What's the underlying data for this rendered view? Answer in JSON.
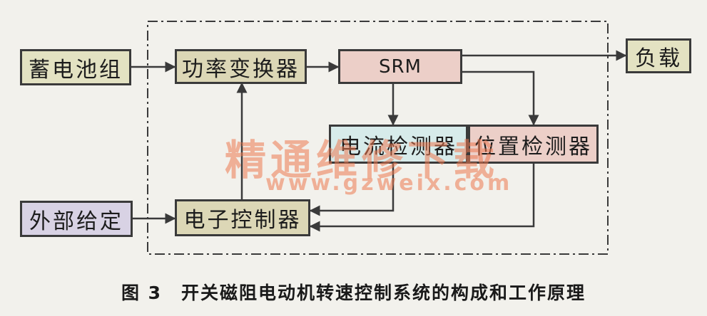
{
  "diagram": {
    "blocks": {
      "battery": "蓄电池组",
      "power_converter": "功率变换器",
      "srm": "SRM",
      "load": "负载",
      "current_detector": "电流检测器",
      "position_detector": "位置检测器",
      "external_setpoint": "外部给定",
      "electronic_controller": "电子控制器"
    },
    "caption": "图 3　开关磁阻电动机转速控制系统的构成和工作原理"
  },
  "watermark": {
    "text": "精通维修下载",
    "url": "www.gzweix.com"
  },
  "colors": {
    "beige": "#e3e2c2",
    "tan": "#dcd7b6",
    "pink": "#eccfc8",
    "cyan": "#d7ebea",
    "lavender": "#d8d2e4",
    "line": "#3a3a3a",
    "watermark": "#ec7850"
  }
}
